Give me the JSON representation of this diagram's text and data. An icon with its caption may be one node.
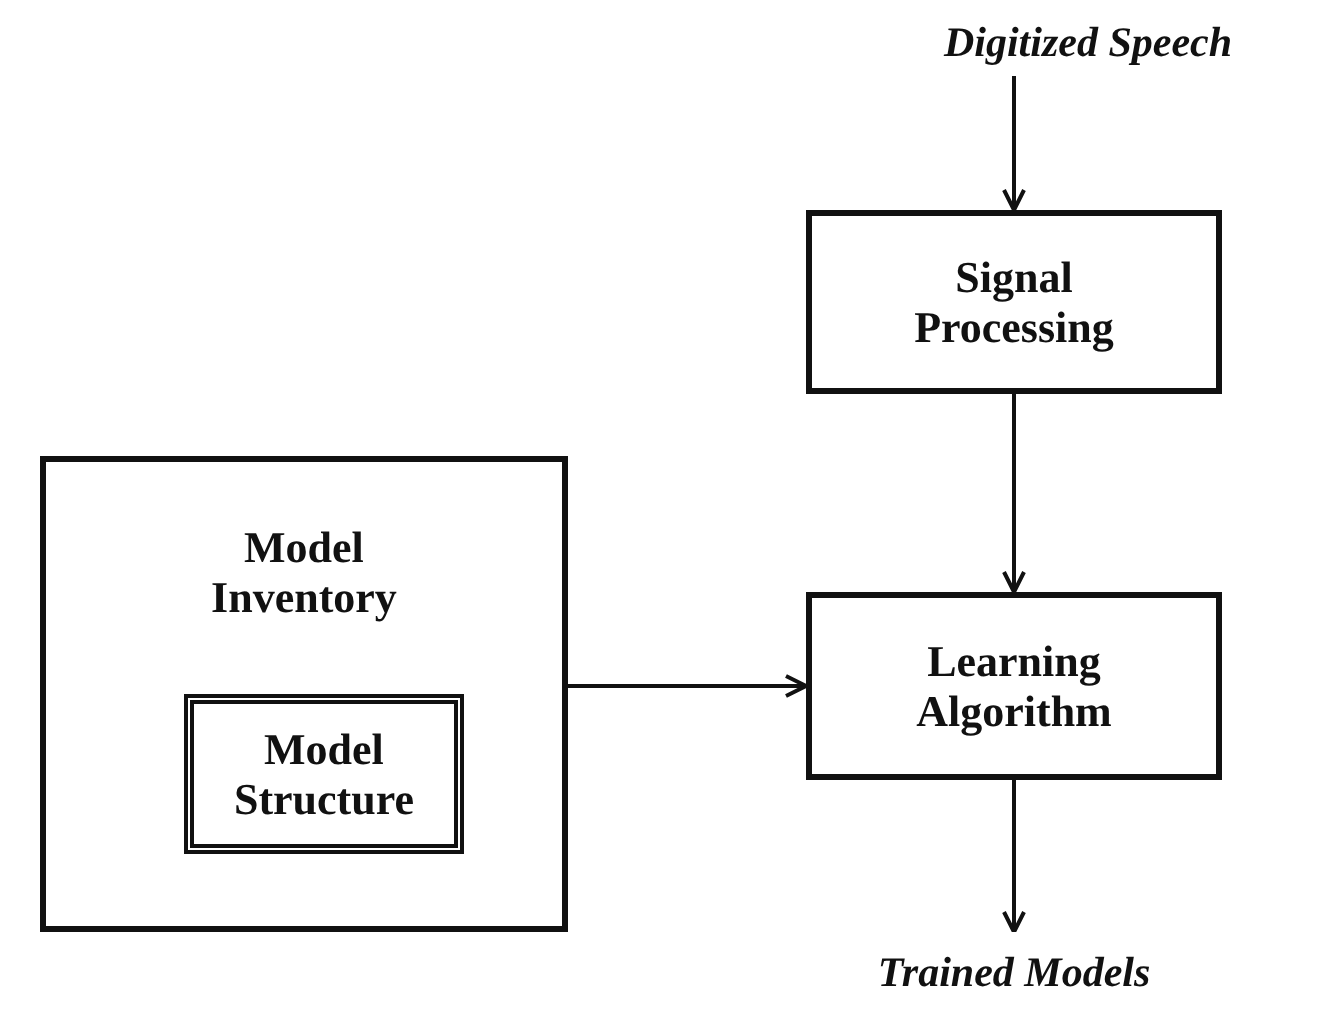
{
  "diagram": {
    "nodes": [
      {
        "text": [
          "Digitized Speech"
        ]
      },
      {
        "text": [
          "Signal Processing"
        ]
      },
      {
        "text": [
          "Model Inventory"
        ]
      },
      {
        "text": [
          "Model Structure"
        ],
        "in": 2
      },
      {
        "text": [
          "Learning Algorithm"
        ]
      },
      {
        "text": [
          "Trained Models"
        ]
      }
    ],
    "edges": [
      {
        "from": 0,
        "to": 1,
        "arrow": "to"
      },
      {
        "from": 1,
        "to": 4,
        "arrow": "to"
      },
      {
        "from": 2,
        "to": 4,
        "arrow": "to"
      },
      {
        "from": 4,
        "to": 5,
        "arrow": "to"
      }
    ]
  }
}
